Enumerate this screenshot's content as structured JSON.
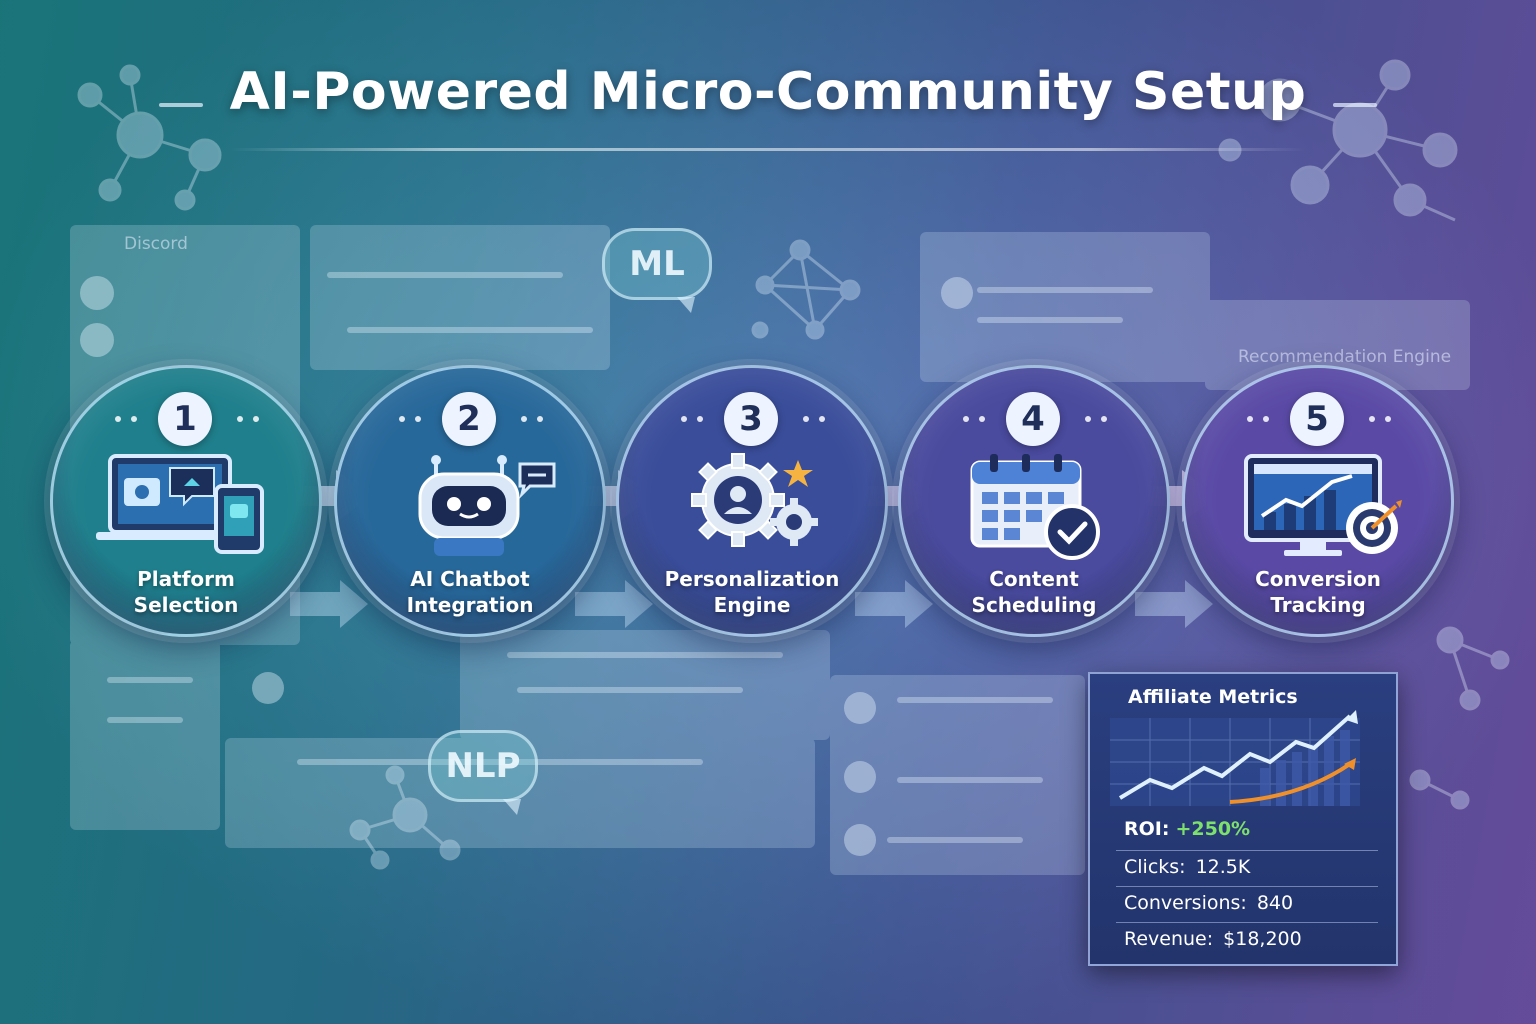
{
  "title": "AI-Powered Micro-Community Setup",
  "background": {
    "platform_label": "Discord",
    "engine_label": "Recommendation Engine",
    "bubble_ml": "ML",
    "bubble_nlp": "NLP"
  },
  "steps": [
    {
      "number": "1",
      "label_line1": "Platform",
      "label_line2": "Selection",
      "icon": "devices-icon",
      "color": "#1f7f8c"
    },
    {
      "number": "2",
      "label_line1": "AI Chatbot",
      "label_line2": "Integration",
      "icon": "robot-icon",
      "color": "#27689a"
    },
    {
      "number": "3",
      "label_line1": "Personalization",
      "label_line2": "Engine",
      "icon": "gears-icon",
      "color": "#3a4d9a"
    },
    {
      "number": "4",
      "label_line1": "Content",
      "label_line2": "Scheduling",
      "icon": "calendar-check-icon",
      "color": "#4a4a9e"
    },
    {
      "number": "5",
      "label_line1": "Conversion",
      "label_line2": "Tracking",
      "icon": "monitor-target-icon",
      "color": "#5a4aa6"
    }
  ],
  "metrics": {
    "title": "Affiliate Metrics",
    "roi_label": "ROI:",
    "roi_value": "+250%",
    "clicks_label": "Clicks:",
    "clicks_value": "12.5K",
    "conversions_label": "Conversions:",
    "conversions_value": "840",
    "revenue_label": "Revenue:",
    "revenue_value": "$18,200"
  },
  "colors": {
    "accent_green": "#7ee06c",
    "accent_orange": "#f0902a",
    "accent_star": "#f5b342"
  }
}
